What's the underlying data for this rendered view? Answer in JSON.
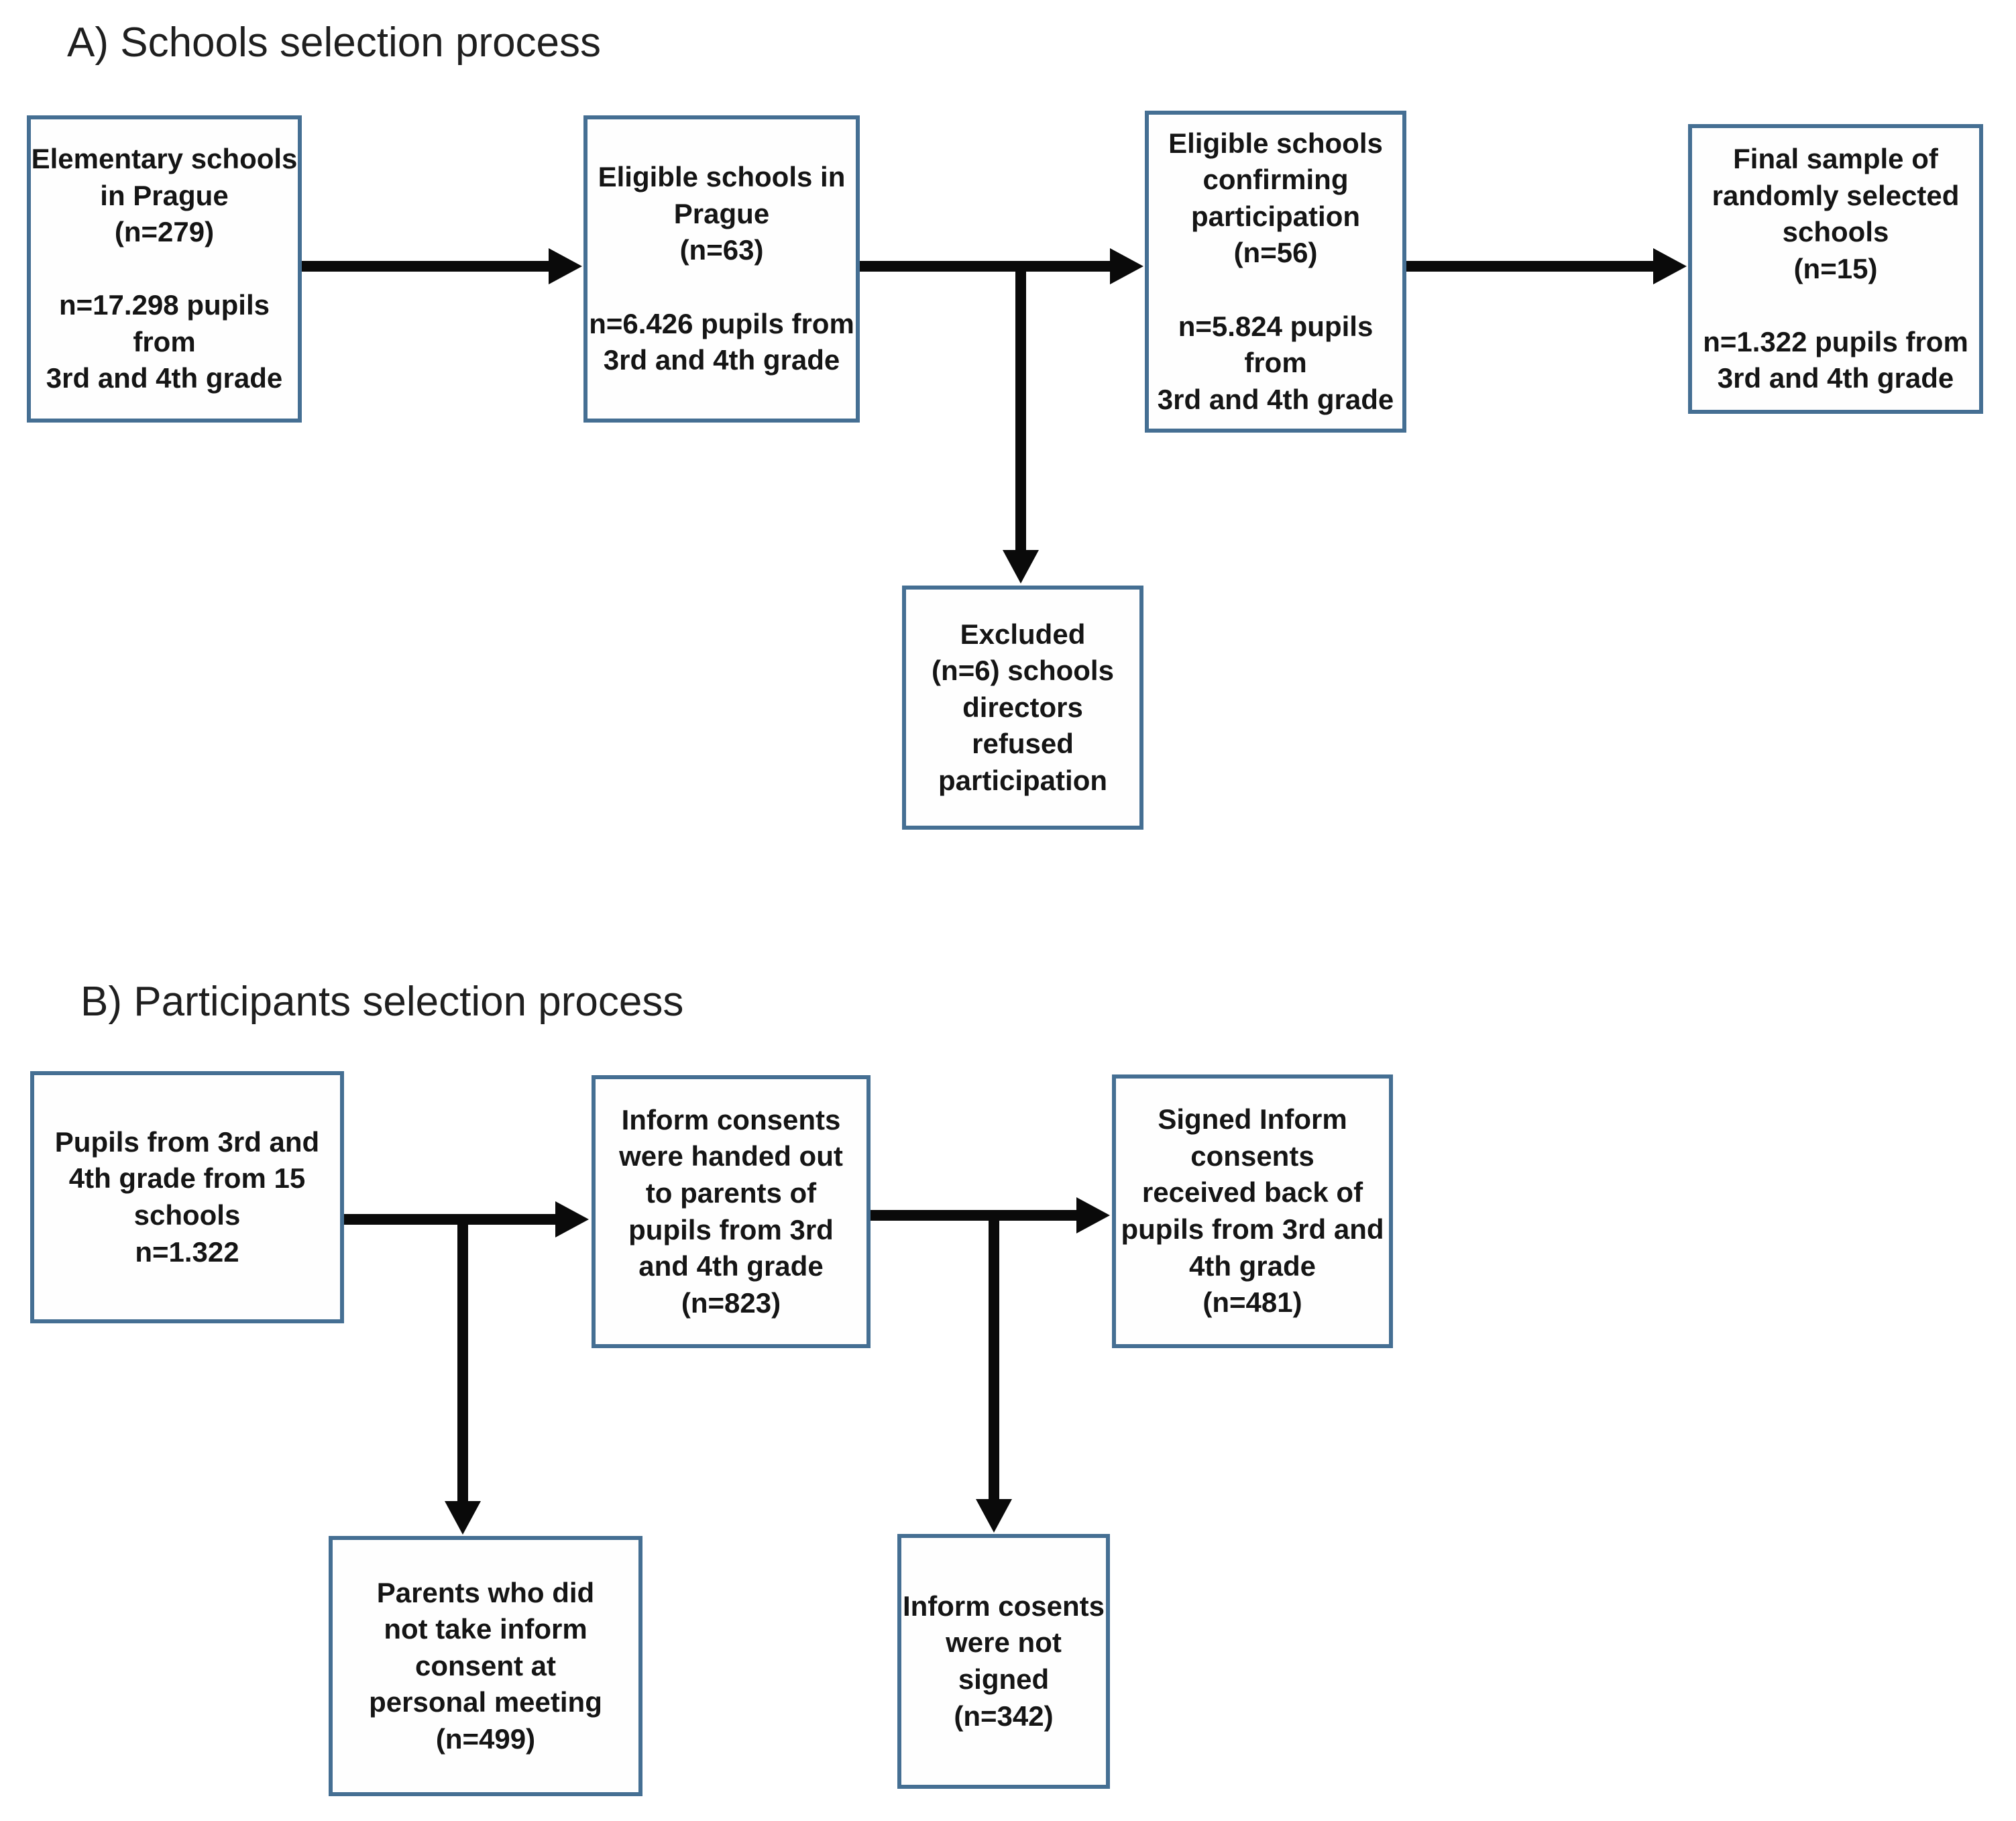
{
  "colors": {
    "box_border": "#456f93",
    "arrow": "#0a0a0a",
    "text": "#151515",
    "background": "#ffffff"
  },
  "section_a": {
    "title": "A) Schools selection process",
    "boxes": {
      "elementary": "Elementary schools\nin Prague\n(n=279)\n\nn=17.298 pupils from\n3rd and 4th grade",
      "eligible": "Eligible schools in\nPrague\n(n=63)\n\nn=6.426 pupils from\n3rd and 4th grade",
      "confirming": "Eligible schools\nconfirming\nparticipation\n(n=56)\n\nn=5.824 pupils from\n3rd and 4th grade",
      "final_sample": "Final sample of\nrandomly selected\nschools\n(n=15)\n\nn=1.322 pupils from\n3rd and 4th grade",
      "excluded": "Excluded\n(n=6) schools\ndirectors\nrefused\nparticipation"
    }
  },
  "section_b": {
    "title": "B) Participants selection process",
    "boxes": {
      "pupils": "Pupils from 3rd and\n4th grade from 15\nschools\nn=1.322",
      "consents_handed_out": "Inform consents\nwere handed out\nto parents of\npupils from 3rd\nand 4th grade\n(n=823)",
      "consents_received": "Signed Inform\nconsents\nreceived back of\npupils from 3rd and\n4th grade\n(n=481)",
      "parents_no_consent": "Parents who did\nnot take  inform\nconsent at\npersonal meeting\n(n=499)",
      "consents_not_signed": "Inform cosents\nwere not signed\n(n=342)"
    }
  }
}
